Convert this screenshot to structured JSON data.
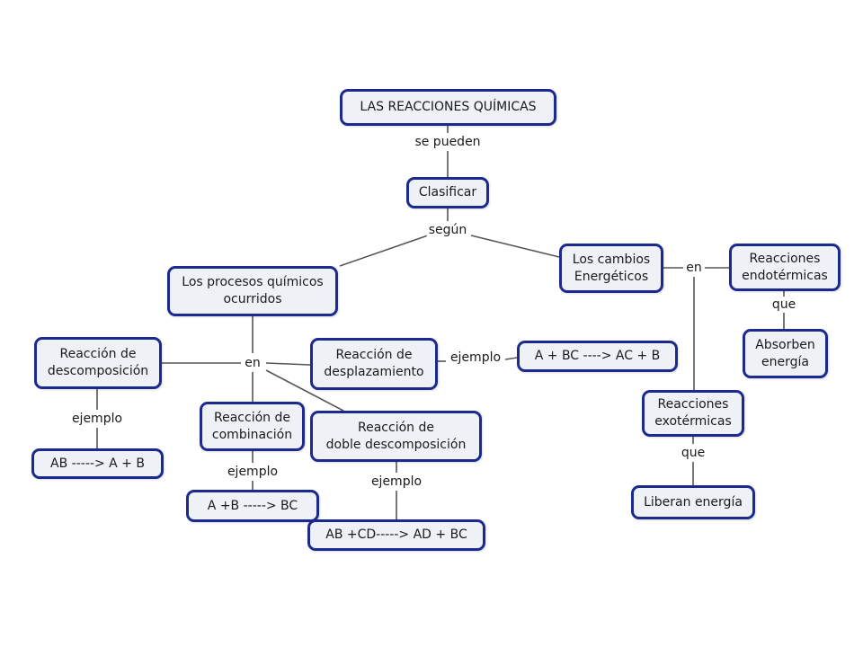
{
  "diagram": {
    "nodes": {
      "root": "LAS REACCIONES QUÍMICAS",
      "clasificar": "Clasificar",
      "procesos": "Los procesos químicos\nocurridos",
      "cambios": "Los cambios\nEnergéticos",
      "endotermicas": "Reacciones\nendotérmicas",
      "absorben": "Absorben\nenergía",
      "exotermicas": "Reacciones\nexotérmicas",
      "liberan": "Liberan energía",
      "descomposicion": "Reacción de\ndescomposición",
      "desplazamiento": "Reacción de\ndesplazamiento",
      "combinacion": "Reacción de\ncombinación",
      "doble": "Reacción de\ndoble descomposición",
      "ex_descomposicion": "AB ----->  A + B",
      "ex_desplazamiento": "A + BC ----> AC + B",
      "ex_combinacion": "A +B ----->  BC",
      "ex_doble": "AB +CD-----> AD + BC"
    },
    "links": {
      "se_pueden": "se pueden",
      "segun": "según",
      "en_energia": "en",
      "que_endo": "que",
      "que_exo": "que",
      "en_procesos": "en",
      "ejemplo_descomposicion": "ejemplo",
      "ejemplo_desplazamiento": "ejemplo",
      "ejemplo_combinacion": "ejemplo",
      "ejemplo_doble": "ejemplo"
    }
  }
}
